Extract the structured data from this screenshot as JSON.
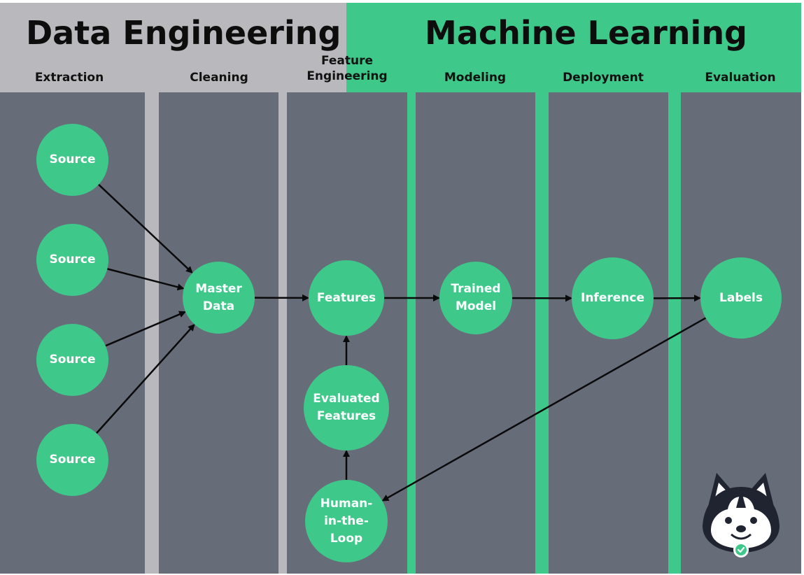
{
  "sections": {
    "left_title": "Data Engineering",
    "right_title": "Machine Learning"
  },
  "columns": {
    "extraction": "Extraction",
    "cleaning": "Cleaning",
    "feature_engineering": "Feature\nEngineering",
    "modeling": "Modeling",
    "deployment": "Deployment",
    "evaluation": "Evaluation"
  },
  "nodes": {
    "source_1": "Source",
    "source_2": "Source",
    "source_3": "Source",
    "source_4": "Source",
    "master_data": "Master\nData",
    "features": "Features",
    "evaluated_features": "Evaluated\nFeatures",
    "human_in_the_loop": "Human-\nin-the-\nLoop",
    "trained_model": "Trained\nModel",
    "inference": "Inference",
    "labels": "Labels"
  },
  "edges": [
    {
      "from": "source_1",
      "to": "master_data"
    },
    {
      "from": "source_2",
      "to": "master_data"
    },
    {
      "from": "source_3",
      "to": "master_data"
    },
    {
      "from": "source_4",
      "to": "master_data"
    },
    {
      "from": "master_data",
      "to": "features"
    },
    {
      "from": "features",
      "to": "trained_model"
    },
    {
      "from": "trained_model",
      "to": "inference"
    },
    {
      "from": "inference",
      "to": "labels"
    },
    {
      "from": "labels",
      "to": "human_in_the_loop"
    },
    {
      "from": "human_in_the_loop",
      "to": "evaluated_features"
    },
    {
      "from": "evaluated_features",
      "to": "features"
    }
  ],
  "colors": {
    "data_engineering_bg": "#b9b9bd",
    "machine_learning_bg": "#3ec98b",
    "column_bg": "#676c79",
    "node_fill": "#3ec98b",
    "node_text": "#ffffff",
    "edge": "#0a0a0a"
  },
  "logo": {
    "icon": "husky-dog-icon",
    "badge_icon": "checkmark-badge-icon"
  }
}
